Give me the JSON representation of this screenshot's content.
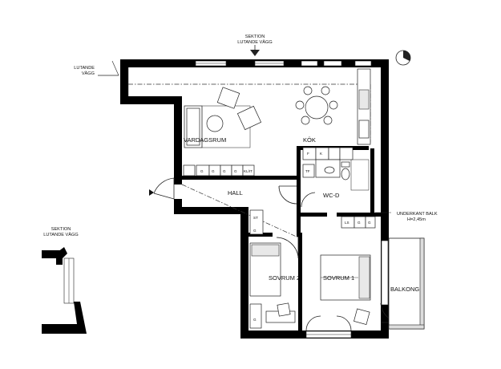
{
  "rooms": {
    "living": "VARDAGSRUM",
    "kitchen": "KÖK",
    "hall": "HALL",
    "wc": "WC-D",
    "bedroom1": "SOVRUM 1",
    "bedroom2": "SOVRUM 2",
    "balcony": "BALKONG"
  },
  "annotations": {
    "section_top_line1": "SEKTION",
    "section_top_line2": "LUTANDE VÄGG",
    "sloped_wall_line1": "LUTANDE",
    "sloped_wall_line2": "VÄGG",
    "section_side_line1": "SEKTION",
    "section_side_line2": "LUTANDE VÄGG",
    "beam_line1": "UNDERKANT BALK",
    "beam_line2": "H=2,45m"
  },
  "fixtures": {
    "hall_c1": "G",
    "hall_c2": "G",
    "hall_c3": "G",
    "hall_c4": "G",
    "kl_label": "KL/IT",
    "fridge": "F",
    "freezer": "K",
    "tumble_dryer": "TF",
    "bedroom2_st": "ST",
    "bedroom2_g1": "G",
    "bedroom2_g2": "G",
    "bedroom1_ls": "LS",
    "bedroom1_g1": "G",
    "bedroom1_g2": "G"
  },
  "colors": {
    "wall": "#000000",
    "line": "#222222",
    "background": "#ffffff"
  }
}
